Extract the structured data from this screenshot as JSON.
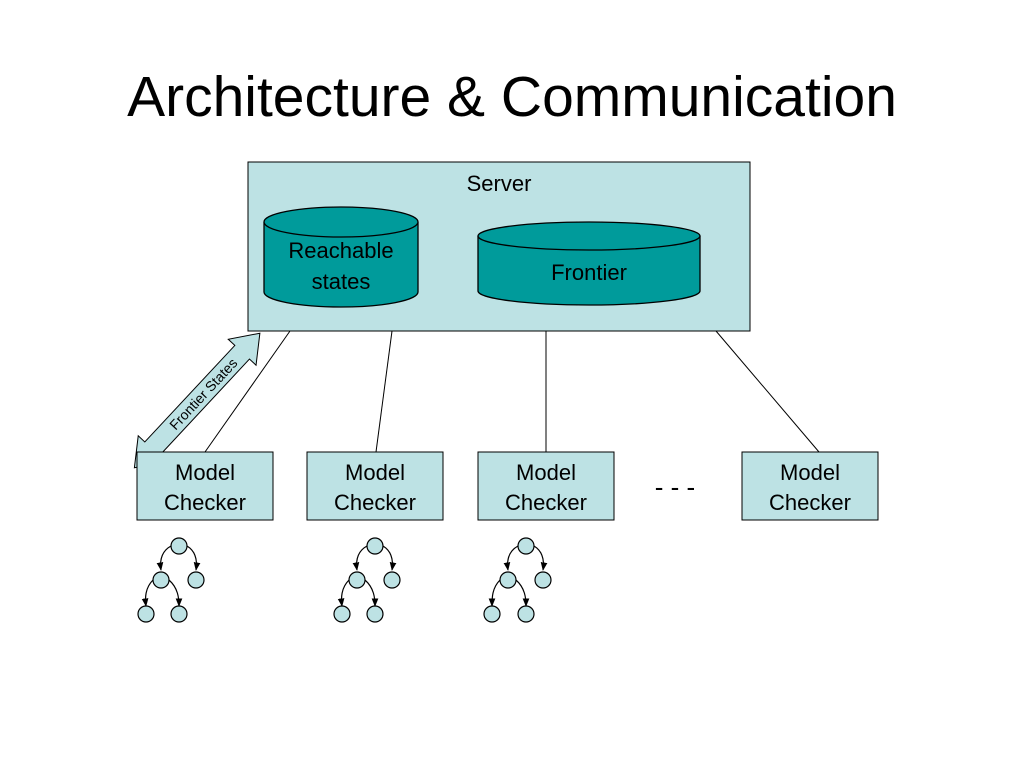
{
  "slide": {
    "title": "Architecture & Communication"
  },
  "server": {
    "label": "Server",
    "reachable_line1": "Reachable",
    "reachable_line2": "states",
    "frontier": "Frontier"
  },
  "arrow": {
    "label": "Frontier States"
  },
  "checkers": [
    {
      "line1": "Model",
      "line2": "Checker"
    },
    {
      "line1": "Model",
      "line2": "Checker"
    },
    {
      "line1": "Model",
      "line2": "Checker"
    },
    {
      "line1": "Model",
      "line2": "Checker"
    }
  ],
  "ellipsis": "- - -",
  "colors": {
    "box_fill": "#bde2e4",
    "cylinder_fill": "#009b9b"
  }
}
